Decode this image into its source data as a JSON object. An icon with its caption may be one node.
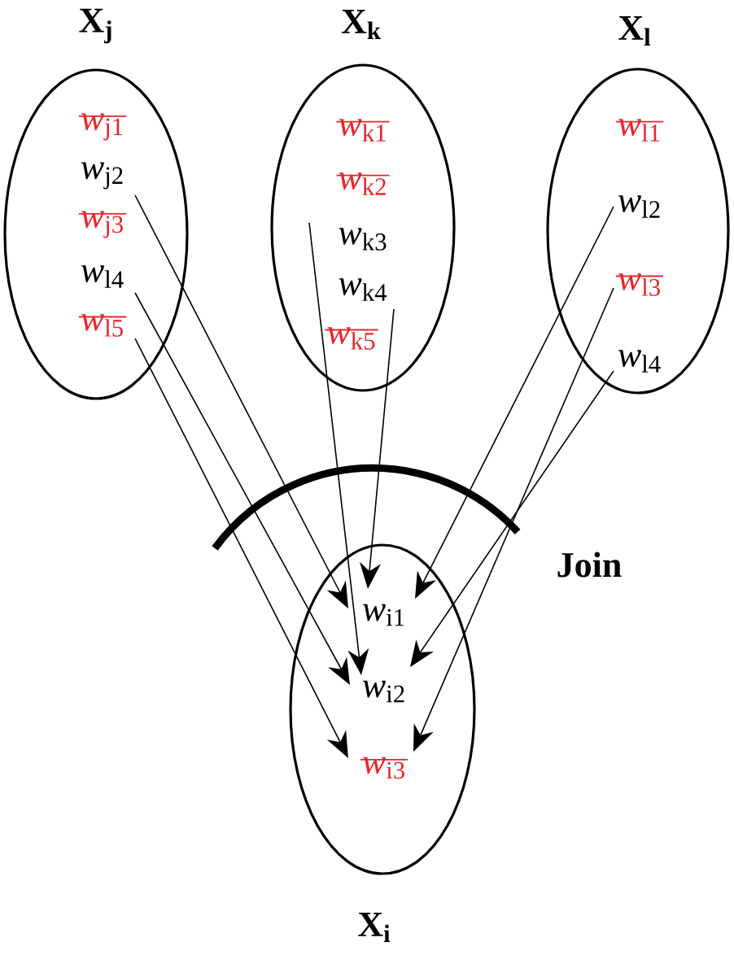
{
  "diagram": {
    "nodes": [
      {
        "text": [
          "X$_{j}$"
        ]
      },
      {
        "text": [
          "*w*$_{j1}$"
        ],
        "in": 0
      },
      {
        "text": [
          "*w*$_{j2}$"
        ],
        "in": 0
      },
      {
        "text": [
          "*w*$_{j3}$"
        ],
        "in": 0
      },
      {
        "text": [
          "*w*$_{l4}$"
        ],
        "in": 0
      },
      {
        "text": [
          "*w*$_{l5}$"
        ],
        "in": 0
      },
      {
        "text": [
          "X$_{k}$"
        ]
      },
      {
        "text": [
          "*w*$_{k1}$"
        ],
        "in": 6
      },
      {
        "text": [
          "*w*$_{k2}$"
        ],
        "in": 6
      },
      {
        "text": [
          "*w*$_{k3}$"
        ],
        "in": 6
      },
      {
        "text": [
          "*w*$_{k4}$"
        ],
        "in": 6
      },
      {
        "text": [
          "*w*$_{k5}$"
        ],
        "in": 6
      },
      {
        "text": [
          "X$_{l}$"
        ]
      },
      {
        "text": [
          "*w*$_{l1}$"
        ],
        "in": 12
      },
      {
        "text": [
          "*w*$_{l2}$"
        ],
        "in": 12
      },
      {
        "text": [
          "*w*$_{l3}$"
        ],
        "in": 12
      },
      {
        "text": [
          "*w*$_{l4}$"
        ],
        "in": 12
      },
      {
        "text": [
          "X$_{i}$"
        ]
      },
      {
        "text": [
          "*w*$_{i1}$"
        ],
        "in": 17
      },
      {
        "text": [
          "*w*$_{i2}$"
        ],
        "in": 17
      },
      {
        "text": [
          "*w*$_{i3}$"
        ],
        "in": 17
      }
    ],
    "edges": [
      {
        "from": 2,
        "to": 18,
        "arrow": "to"
      },
      {
        "from": 4,
        "to": 19,
        "arrow": "to"
      },
      {
        "from": 5,
        "to": 20,
        "arrow": "to"
      },
      {
        "from": 9,
        "to": 19,
        "arrow": "to"
      },
      {
        "from": 10,
        "to": 18,
        "arrow": "to"
      },
      {
        "from": 14,
        "to": 18,
        "arrow": "to"
      },
      {
        "from": 15,
        "to": 20,
        "arrow": "to"
      },
      {
        "from": 16,
        "to": 19,
        "arrow": "to"
      }
    ],
    "labels": [
      "Join"
    ]
  }
}
